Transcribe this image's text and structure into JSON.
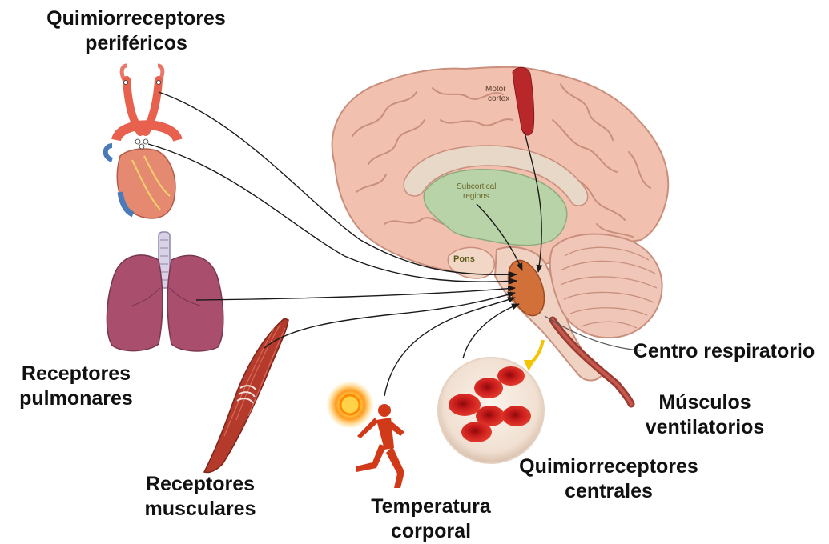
{
  "labels": {
    "peripheral": [
      "Quimiorreceptores",
      "periféricos"
    ],
    "pulmonary": [
      "Receptores",
      "pulmonares"
    ],
    "muscular": [
      "Receptores",
      "musculares"
    ],
    "temperature": [
      "Temperatura",
      "corporal"
    ],
    "central": [
      "Quimiorreceptores",
      "centrales"
    ],
    "resp_center": "Centro respiratorio",
    "vent_muscles": [
      "Músculos",
      "ventilatorios"
    ]
  },
  "brain_labels": {
    "motor_cortex": [
      "Motor",
      "cortex"
    ],
    "subcortical": [
      "Subcortical",
      "regions"
    ],
    "pons": "Pons"
  },
  "colors": {
    "brain": "#f1c0ae",
    "brain_outline": "#c98f7c",
    "limbic": "#b9d3a8",
    "resp_center": "#d2703a",
    "motor_cortex": "#b8282a",
    "lung": "#a94f6d",
    "muscle": "#b43a2c",
    "blood_cell": "#c81c1c",
    "runner": "#d13a18",
    "sun": "#ffd24a",
    "arrow": "#1a1a1a",
    "yellow_arrow": "#f4c400"
  }
}
